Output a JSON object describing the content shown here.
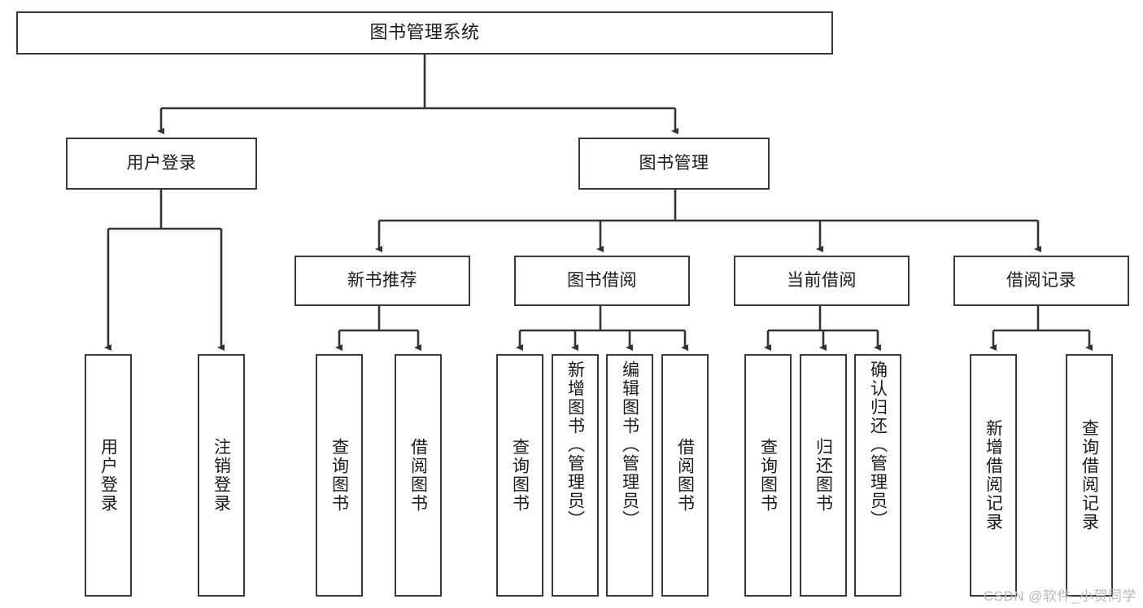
{
  "diagram": {
    "type": "tree-hierarchy-chart",
    "title": "图书管理系统",
    "root": {
      "id": "root",
      "label": "图书管理系统"
    },
    "tier2": [
      {
        "id": "user-login",
        "label": "用户登录"
      },
      {
        "id": "book-admin",
        "label": "图书管理"
      }
    ],
    "tier3": [
      {
        "id": "new-book-recommend",
        "label": "新书推荐",
        "parent": "book-admin"
      },
      {
        "id": "book-borrow",
        "label": "图书借阅",
        "parent": "book-admin"
      },
      {
        "id": "current-borrow",
        "label": "当前借阅",
        "parent": "book-admin"
      },
      {
        "id": "borrow-record",
        "label": "借阅记录",
        "parent": "book-admin"
      }
    ],
    "leaves": {
      "user_login": [
        {
          "id": "leaf-user-login",
          "label": "用户登录"
        },
        {
          "id": "leaf-logout-login",
          "label": "注销登录"
        }
      ],
      "new_book_recommend": [
        {
          "id": "leaf-query-book-1",
          "label": "查询图书"
        },
        {
          "id": "leaf-borrow-book-1",
          "label": "借阅图书"
        }
      ],
      "book_borrow": [
        {
          "id": "leaf-query-book-2",
          "label": "查询图书"
        },
        {
          "id": "leaf-add-book",
          "label": "新增图书（管理员）"
        },
        {
          "id": "leaf-edit-book",
          "label": "编辑图书（管理员）"
        },
        {
          "id": "leaf-borrow-book-2",
          "label": "借阅图书"
        }
      ],
      "current_borrow": [
        {
          "id": "leaf-query-book-3",
          "label": "查询图书"
        },
        {
          "id": "leaf-return-book",
          "label": "归还图书"
        },
        {
          "id": "leaf-confirm-return",
          "label": "确认归还（管理员）"
        }
      ],
      "borrow_record": [
        {
          "id": "leaf-add-record",
          "label": "新增借阅记录"
        },
        {
          "id": "leaf-query-record",
          "label": "查询借阅记录"
        }
      ]
    },
    "watermark": "CSDN @软件_小贺同学",
    "colors": {
      "border": "#3a3a3a",
      "background": "#ffffff",
      "text": "#1a1a1a",
      "connector": "#333333",
      "watermark": "#b9b9b9"
    }
  }
}
